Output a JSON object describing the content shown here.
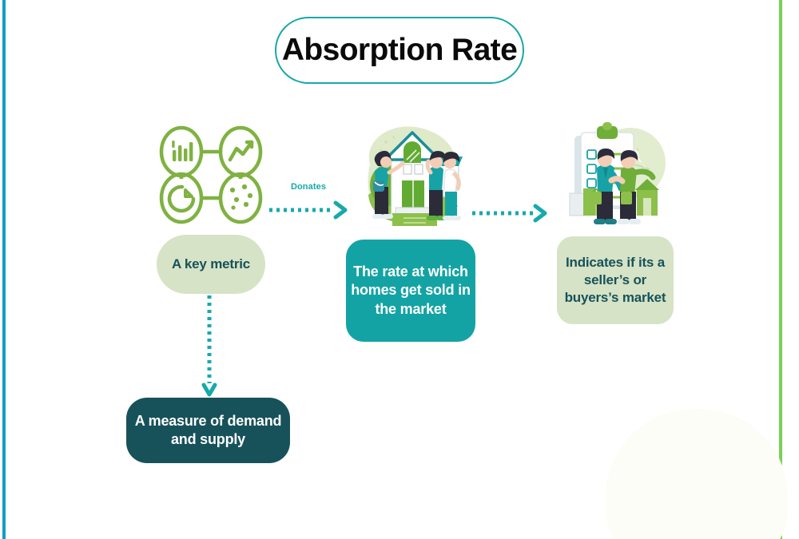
{
  "page": {
    "title": "Absorption Rate",
    "background_color": "#ffffff",
    "accent_teal": "#14a3a4",
    "accent_dark_teal": "#17525a",
    "accent_sage": "#d6e3c6",
    "accent_green": "#77d155",
    "accent_blue": "#159bc6"
  },
  "nodes": {
    "metric": {
      "label": "A key metric",
      "icon": "four-chart-circles-icon",
      "chip_color": "#d6e3c6",
      "text_color": "#17525a"
    },
    "rate": {
      "label": "The rate at which homes get sold in the market",
      "line1": "The rate at which",
      "line2": "homes get sold",
      "line3": "in the market",
      "icon": "house-with-people-illustration",
      "chip_color": "#14a3a4",
      "text_color": "#ffffff"
    },
    "market": {
      "label": "Indicates if its a seller’s or buyers’s market",
      "line1": "Indicates if its a",
      "line2": "seller’s or",
      "line3": "buyers’s market",
      "icon": "handshake-clipboard-illustration",
      "chip_color": "#d6e3c6",
      "text_color": "#17525a"
    },
    "supply": {
      "label": "A measure of demand and supply",
      "line1": "A measure of",
      "line2": "demand and supply",
      "chip_color": "#17525a",
      "text_color": "#ffffff"
    }
  },
  "connectors": {
    "metric_to_rate": {
      "label": "Donates",
      "style": "dotted-arrow-right",
      "color": "#17a9ab"
    },
    "rate_to_market": {
      "label": "",
      "style": "dotted-arrow-right",
      "color": "#17a9ab"
    },
    "metric_to_supply": {
      "label": "",
      "style": "dotted-arrow-down",
      "color": "#17a9ab"
    }
  }
}
